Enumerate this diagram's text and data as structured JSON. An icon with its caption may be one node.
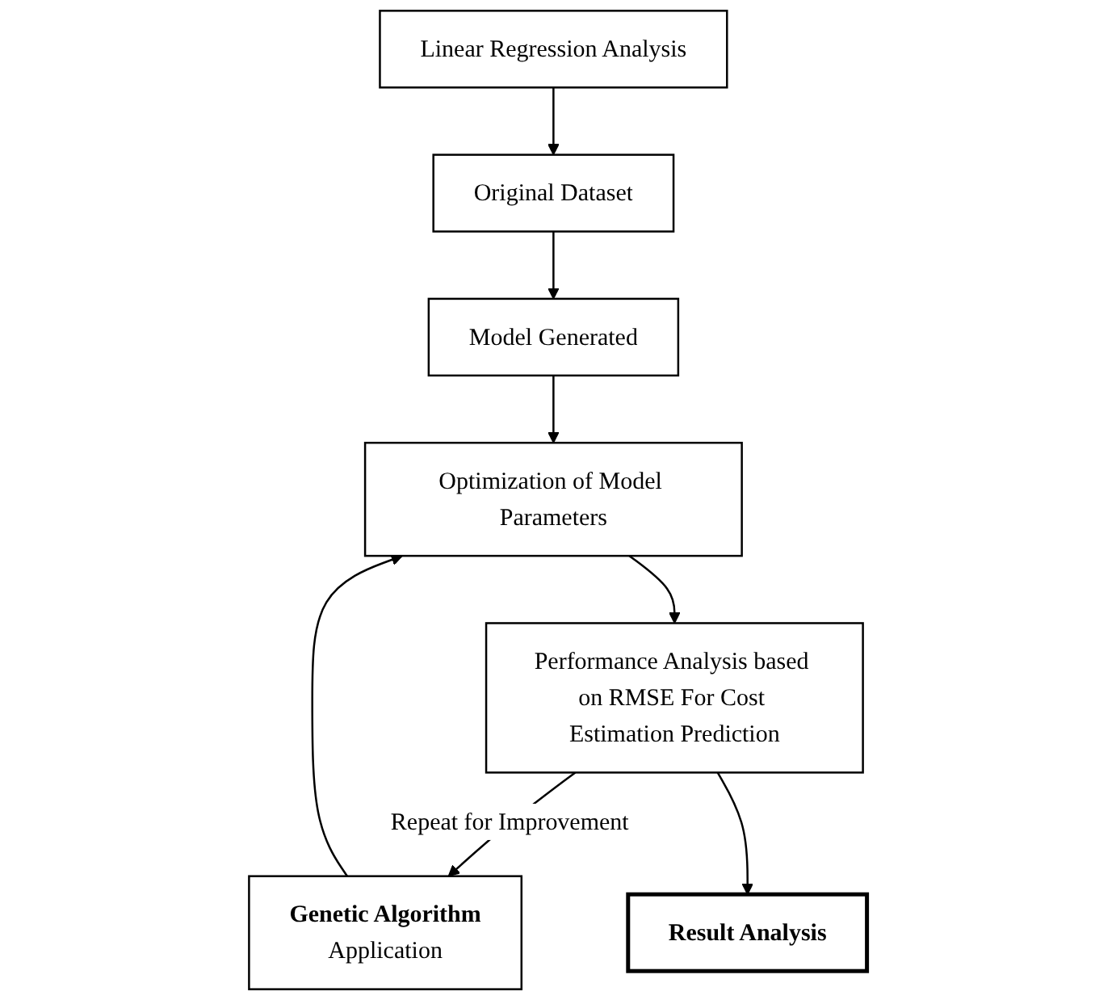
{
  "diagram": {
    "nodes": [
      {
        "text": [
          "Linear Regression Analysis"
        ]
      },
      {
        "text": [
          "Original Dataset"
        ]
      },
      {
        "text": [
          "Model Generated"
        ]
      },
      {
        "text": [
          "Genetic Algorithm",
          "Application"
        ]
      },
      {
        "text": [
          "Optimization of Model Parameters"
        ]
      },
      {
        "text": [
          "Performance Analysis based on RMSE For Cost Estimation Prediction"
        ]
      },
      {
        "text": [
          "Result Analysis"
        ]
      }
    ],
    "edges": [
      {
        "from": 0,
        "to": 1,
        "arrow": "to"
      },
      {
        "from": 1,
        "to": 2,
        "arrow": "to"
      },
      {
        "from": 2,
        "to": 4,
        "arrow": "to"
      },
      {
        "from": 3,
        "to": 4,
        "arrow": "to"
      },
      {
        "from": 4,
        "to": 5,
        "arrow": "to"
      },
      {
        "from": 5,
        "to": 3,
        "arrow": "to",
        "label": "Repeat for Improvement"
      },
      {
        "from": 5,
        "to": 6,
        "arrow": "to"
      }
    ]
  }
}
